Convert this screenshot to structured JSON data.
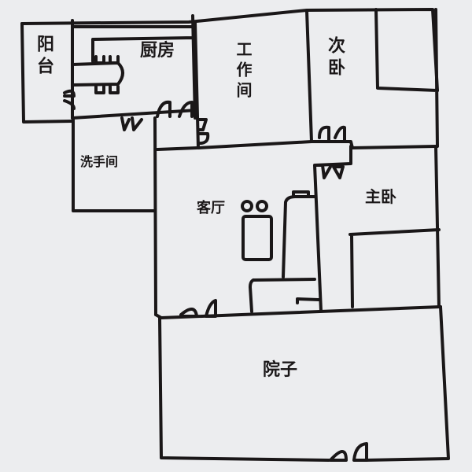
{
  "plan": {
    "rooms": {
      "balcony": "阳台",
      "kitchen": "厨房",
      "workroom": "工作间",
      "second_bedroom": "次卧",
      "restroom": "洗手间",
      "living_room": "客厅",
      "master_bedroom": "主卧",
      "yard": "院子"
    },
    "colors": {
      "ink": "#1a1718",
      "paper": "#ecedef"
    }
  }
}
